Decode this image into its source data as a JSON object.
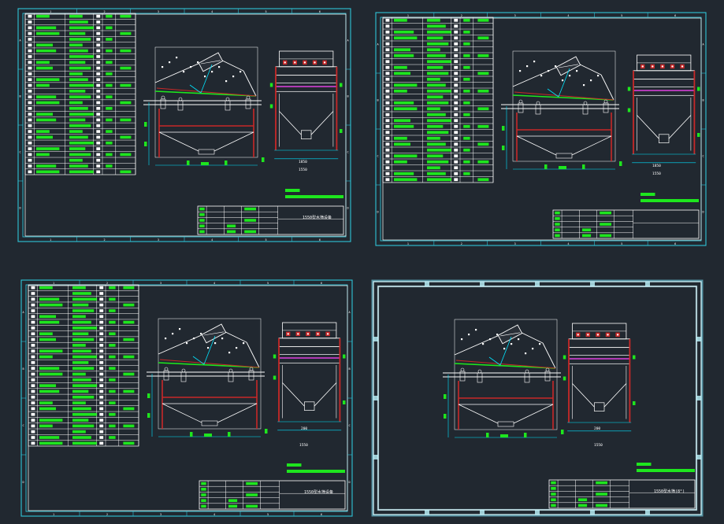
{
  "colors": {
    "background": "#212830",
    "frame": "#2ec4d8",
    "line": "#ffffff",
    "green": "#1ee61e",
    "red": "#c82828",
    "magenta": "#e040e0",
    "cyan": "#00e5ff"
  },
  "sheets": [
    {
      "id": "sheet-1",
      "title_block": "1550型水筛设备",
      "dimension_top": "",
      "dimension_bottom": "1550",
      "dimension_mid": "1850",
      "has_part_table": true,
      "glow_frame": false
    },
    {
      "id": "sheet-2",
      "title_block": "",
      "dimension_top": "",
      "dimension_bottom": "1550",
      "dimension_mid": "1850",
      "has_part_table": true,
      "glow_frame": false
    },
    {
      "id": "sheet-3",
      "title_block": "1550型水筛设备",
      "dimension_top": "",
      "dimension_bottom": "1550",
      "dimension_mid": "200",
      "has_part_table": true,
      "glow_frame": false
    },
    {
      "id": "sheet-4",
      "title_block": "1550型水筛(8°)",
      "dimension_top": "",
      "dimension_bottom": "1550",
      "dimension_mid": "200",
      "has_part_table": false,
      "glow_frame": true
    }
  ],
  "zone_numbers": [
    "1",
    "2",
    "3",
    "4",
    "5",
    "6"
  ],
  "zone_letters": [
    "A",
    "B",
    "C",
    "D"
  ]
}
